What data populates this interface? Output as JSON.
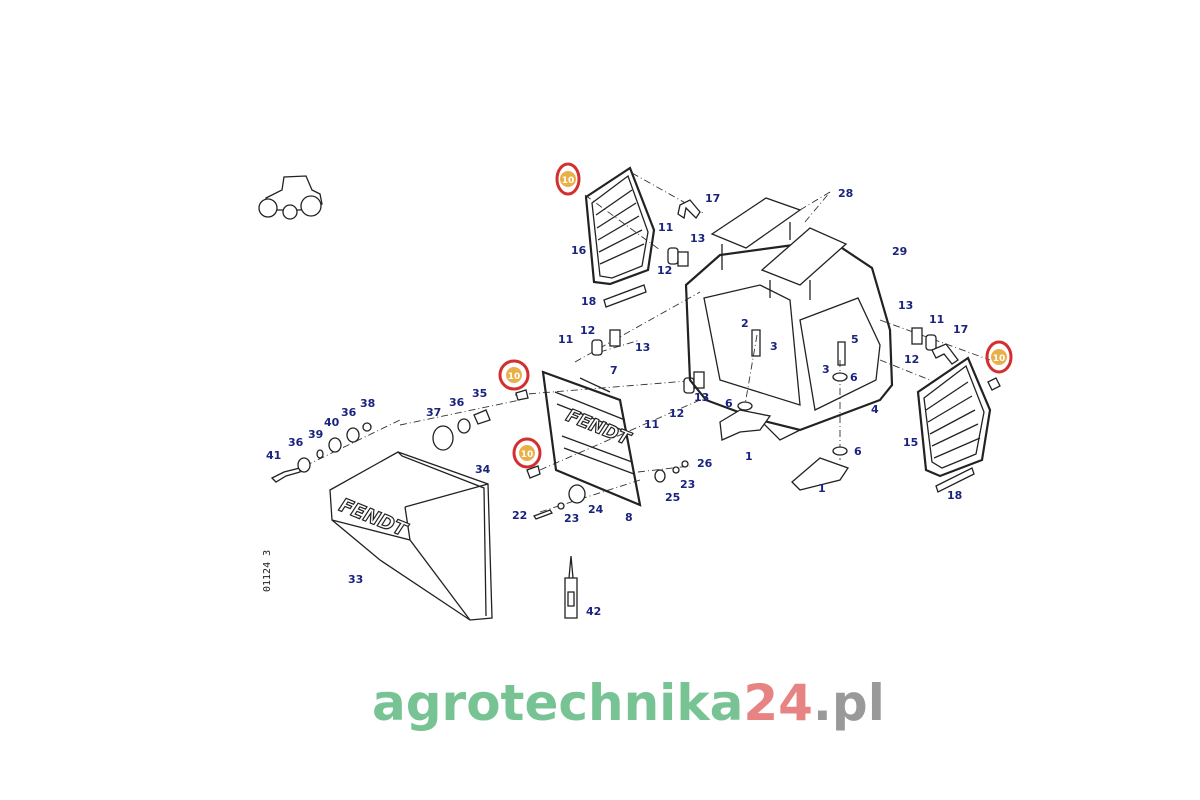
{
  "diagram": {
    "drawing_code": "01124 3",
    "brand_logo": "FENDT",
    "highlight_badge": "10",
    "highlight_color": "#d32f2f",
    "badge_fill": "#e9b04a",
    "label_color": "#1a237e",
    "labels": [
      "17",
      "28",
      "11",
      "13",
      "16",
      "12",
      "29",
      "18",
      "13",
      "11",
      "17",
      "11",
      "12",
      "13",
      "2",
      "3",
      "5",
      "12",
      "3",
      "6",
      "7",
      "35",
      "38",
      "36",
      "37",
      "36",
      "40",
      "39",
      "36",
      "41",
      "13",
      "12",
      "11",
      "6",
      "4",
      "15",
      "1",
      "6",
      "26",
      "34",
      "23",
      "25",
      "1",
      "18",
      "22",
      "23",
      "24",
      "8",
      "33",
      "42"
    ]
  },
  "watermark": {
    "part1": "agrotechnika",
    "part2": "24",
    "part3": ".pl",
    "color1": "#4caf70",
    "color2": "#e05a5a",
    "color3": "#777777"
  }
}
